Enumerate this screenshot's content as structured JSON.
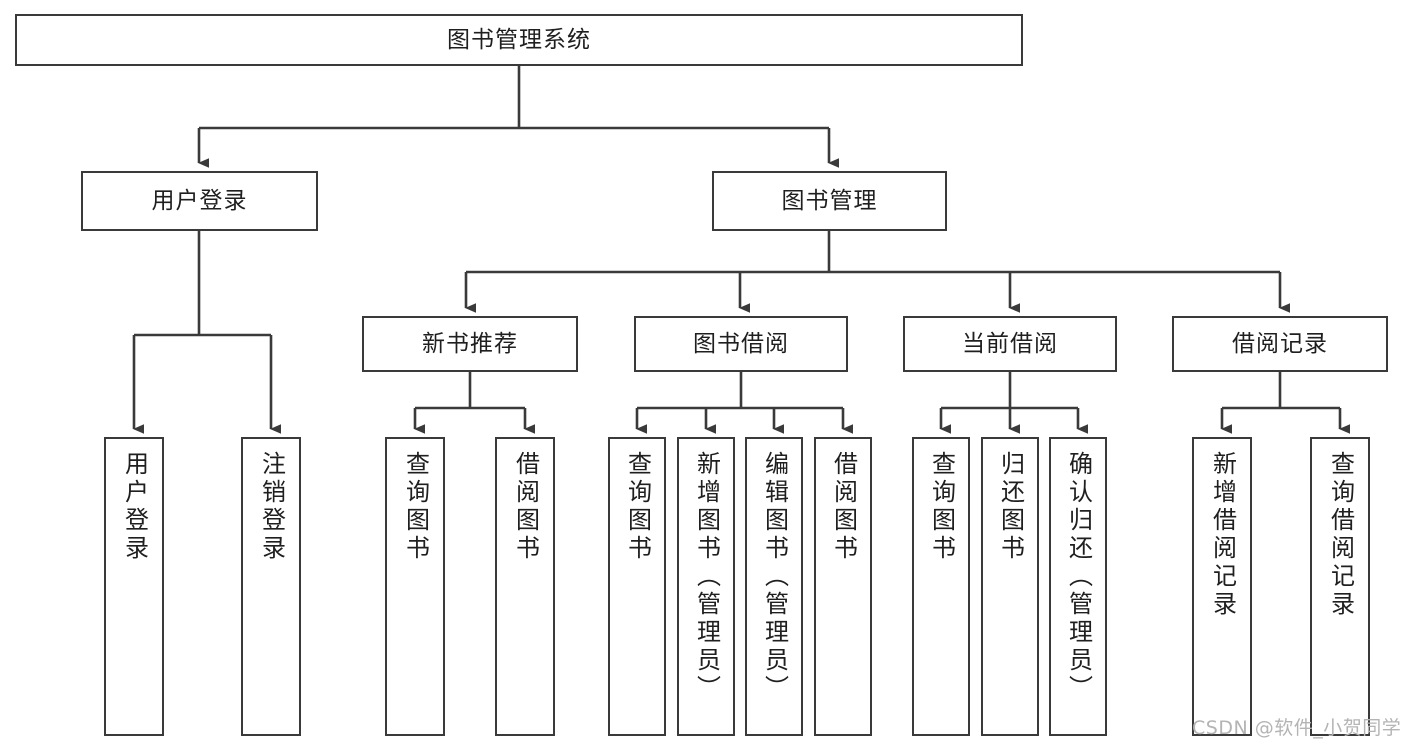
{
  "diagram": {
    "title": "图书管理系统",
    "type": "tree",
    "style": {
      "box_border_color": "#3a3a3a",
      "box_fill": "#ffffff",
      "connector_color": "#3a3a3a",
      "text_color": "#1f1f1f",
      "background": "#ffffff",
      "watermark_color": "#b4b4b4"
    },
    "root": {
      "label": "图书管理系统"
    },
    "level2": [
      {
        "label": "用户登录"
      },
      {
        "label": "图书管理"
      }
    ],
    "level3": [
      {
        "label": "新书推荐"
      },
      {
        "label": "图书借阅"
      },
      {
        "label": "当前借阅"
      },
      {
        "label": "借阅记录"
      }
    ],
    "leaves": {
      "user_login": [
        {
          "label": "用户登录"
        },
        {
          "label": "注销登录"
        }
      ],
      "new_book_recommend": [
        {
          "label": "查询图书"
        },
        {
          "label": "借阅图书"
        }
      ],
      "book_borrow": [
        {
          "label": "查询图书"
        },
        {
          "label": "新增图书（管理员）"
        },
        {
          "label": "编辑图书（管理员）"
        },
        {
          "label": "借阅图书"
        }
      ],
      "current_borrow": [
        {
          "label": "查询图书"
        },
        {
          "label": "归还图书"
        },
        {
          "label": "确认归还（管理员）"
        }
      ],
      "borrow_record": [
        {
          "label": "新增借阅记录"
        },
        {
          "label": "查询借阅记录"
        }
      ]
    },
    "watermark": "CSDN @软件_小贺同学"
  }
}
